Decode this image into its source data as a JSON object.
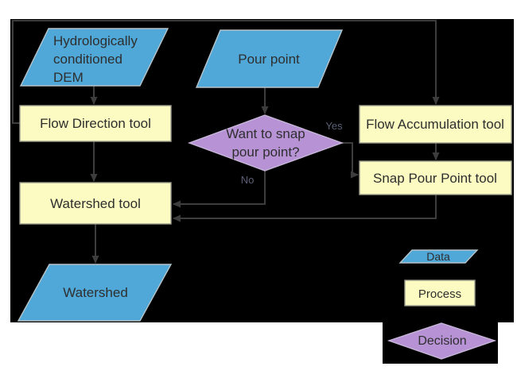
{
  "colors": {
    "background": "#000000",
    "data_fill": "#4fa8d8",
    "process_fill": "#fcfcc2",
    "decision_fill": "#b793d6",
    "connector": "#3d3d3d"
  },
  "nodes": {
    "dem": {
      "label": "Hydrologically conditioned DEM",
      "lines": [
        "Hydrologically",
        "conditioned",
        "DEM"
      ]
    },
    "pour_point": {
      "label": "Pour point"
    },
    "flow_direction": {
      "label": "Flow Direction tool"
    },
    "flow_accumulation": {
      "label": "Flow Accumulation tool"
    },
    "snap_pour_point": {
      "label": "Snap Pour Point tool"
    },
    "decision": {
      "label": "Want to snap pour point?",
      "lines": [
        "Want to snap",
        "pour point?"
      ]
    },
    "watershed_tool": {
      "label": "Watershed tool"
    },
    "watershed": {
      "label": "Watershed"
    }
  },
  "edge_labels": {
    "yes": "Yes",
    "no": "No"
  },
  "legend": {
    "data": {
      "label": "Data"
    },
    "process": {
      "label": "Process"
    },
    "decision": {
      "label": "Decision"
    }
  }
}
